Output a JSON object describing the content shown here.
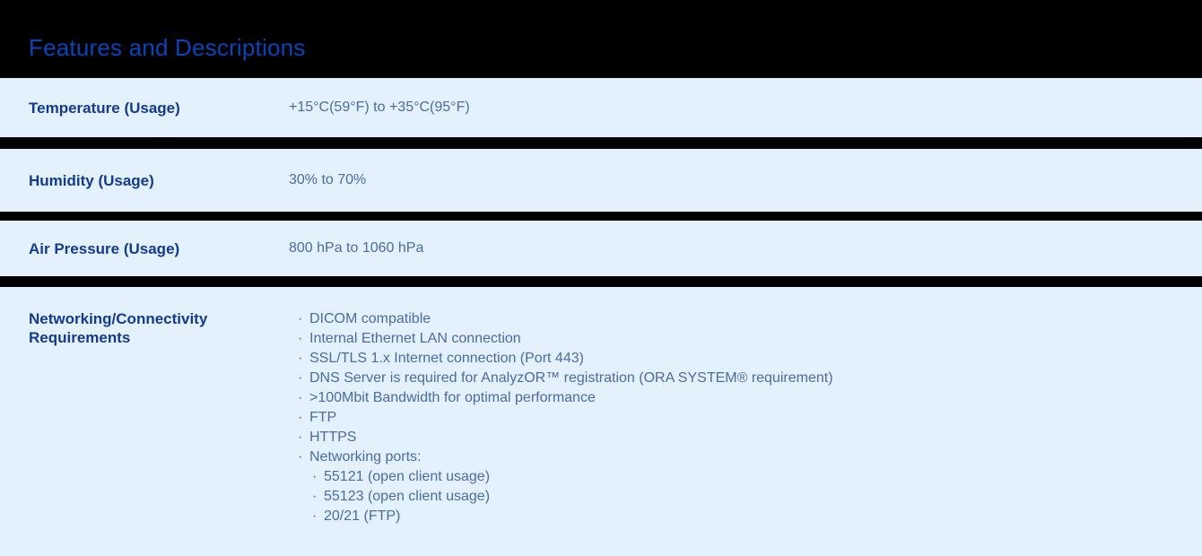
{
  "header": {
    "title": "Features and Descriptions"
  },
  "icons": {
    "bullet": "·"
  },
  "colors": {
    "header_bg": "#000000",
    "header_text": "#0a44bb",
    "row_bg": "#e2f1fc",
    "separator": "#000000",
    "label_text": "#143a8f",
    "value_text": "#4c6ba0"
  },
  "rows": [
    {
      "label": "Temperature (Usage)",
      "value": "+15°C(59°F) to +35°C(95°F)"
    },
    {
      "label": "Humidity (Usage)",
      "value": "30% to 70%"
    },
    {
      "label": "Air Pressure (Usage)",
      "value": "800 hPa to 1060 hPa"
    },
    {
      "label": "Networking/Connectivity Requirements",
      "bullets": [
        {
          "level": 1,
          "text": "DICOM compatible"
        },
        {
          "level": 1,
          "text": "Internal Ethernet LAN connection"
        },
        {
          "level": 1,
          "text": "SSL/TLS 1.x Internet connection (Port 443)"
        },
        {
          "level": 1,
          "text": "DNS Server is required for AnalyzOR™ registration (ORA SYSTEM® requirement)"
        },
        {
          "level": 1,
          "text": ">100Mbit Bandwidth for optimal performance"
        },
        {
          "level": 1,
          "text": "FTP"
        },
        {
          "level": 1,
          "text": "HTTPS"
        },
        {
          "level": 1,
          "text": "Networking ports:"
        },
        {
          "level": 2,
          "text": "55121 (open client usage)"
        },
        {
          "level": 2,
          "text": "55123 (open client usage)"
        },
        {
          "level": 2,
          "text": "20/21 (FTP)"
        }
      ]
    }
  ]
}
